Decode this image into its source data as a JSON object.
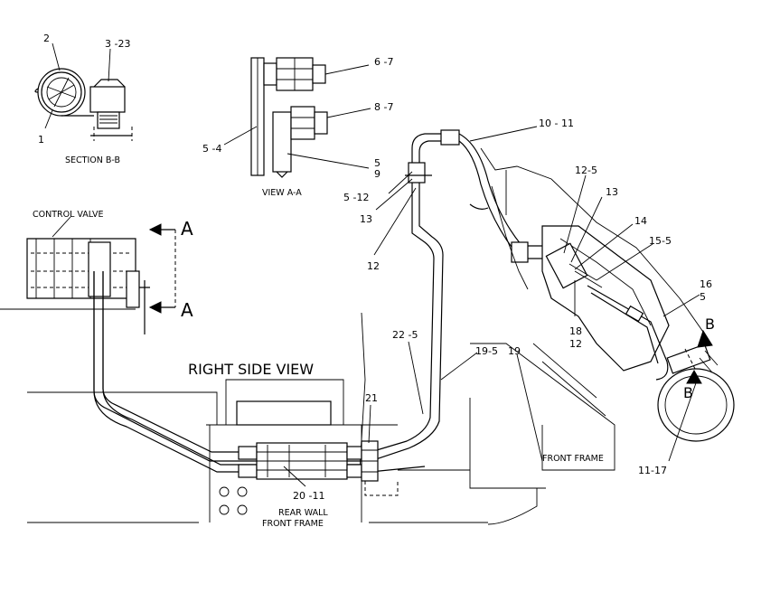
{
  "section_bb": {
    "title": "SECTION B-B",
    "callouts": {
      "p2": "2",
      "p3": "3 -23",
      "p1": "1"
    }
  },
  "view_aa": {
    "title": "VIEW A-A",
    "callouts": {
      "p6": "6 -7",
      "p8": "8 -7",
      "p5_4": "5 -4",
      "p5": "5",
      "p9": "9"
    }
  },
  "control_valve": {
    "label": "CONTROL VALVE",
    "arrow_top": "A",
    "arrow_bottom": "A"
  },
  "main_view": {
    "title": "RIGHT SIDE VIEW",
    "rear_wall_line1": "REAR WALL",
    "rear_wall_line2": "FRONT FRAME",
    "front_frame": "FRONT FRAME"
  },
  "callouts": {
    "c10_11": "10 - 11",
    "c5_12": "5 -12",
    "c13_left": "13",
    "c12_left": "12",
    "c12_5": "12-5",
    "c13_right": "13",
    "c14": "14",
    "c15_5": "15-5",
    "c16": "16",
    "c16_5": "5",
    "c18": "18",
    "c18_12": "12",
    "c22_5": "22 -5",
    "c19_5": "19-5",
    "c19": "19",
    "c21": "21",
    "c20_11": "20 -11",
    "c11_17": "11-17",
    "b_top": "B",
    "b_bottom": "B"
  }
}
